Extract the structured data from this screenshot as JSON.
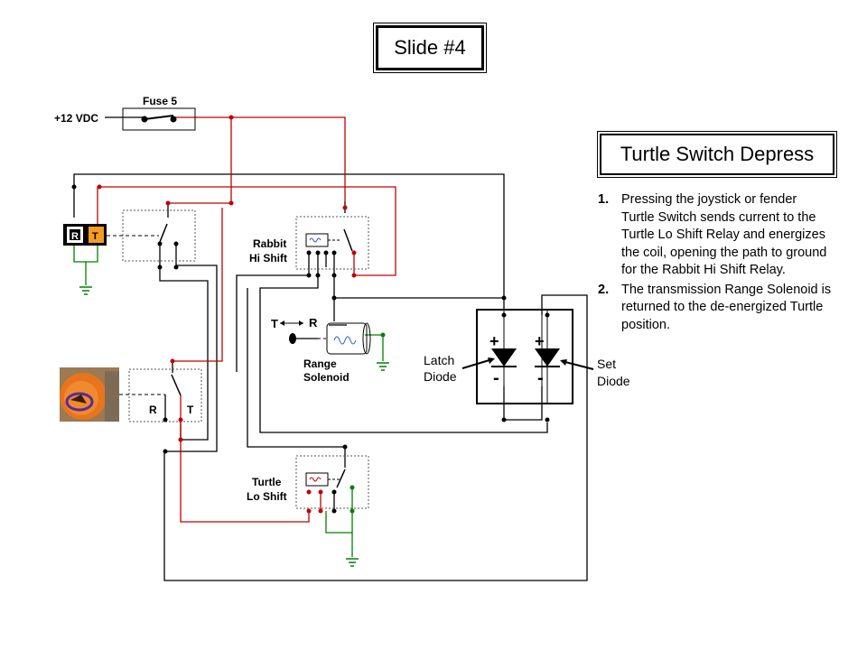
{
  "slide_title": "Slide #4",
  "heading": "Turtle Switch Depress",
  "steps": [
    {
      "number": "1.",
      "text": "Pressing the joystick or fender Turtle Switch sends current to the Turtle Lo Shift Relay and energizes the coil, opening the path to ground for the Rabbit Hi Shift Relay."
    },
    {
      "number": "2.",
      "text": "The transmission Range Solenoid is returned to the de-energized Turtle position."
    }
  ],
  "labels": {
    "supply": "+12 VDC",
    "fuse": "Fuse 5",
    "rabbit_relay_line1": "Rabbit",
    "rabbit_relay_line2": "Hi Shift",
    "turtle_relay_line1": "Turtle",
    "turtle_relay_line2": "Lo Shift",
    "solenoid_line1": "Range",
    "solenoid_line2": "Solenoid",
    "solenoid_t": "T",
    "solenoid_r": "R",
    "latch_line1": "Latch",
    "latch_line2": "Diode",
    "set_line1": "Set",
    "set_line2": "Diode",
    "switch_r": "R",
    "switch_t": "T",
    "joystick_r": "R",
    "joystick_t": "T",
    "plus_sign": "+",
    "minus_sign": "-"
  },
  "colors": {
    "live_wire": "#c00000",
    "ground_wire": "#008000",
    "neutral_wire": "#000000",
    "turtle_indicator": "#f39c24"
  }
}
